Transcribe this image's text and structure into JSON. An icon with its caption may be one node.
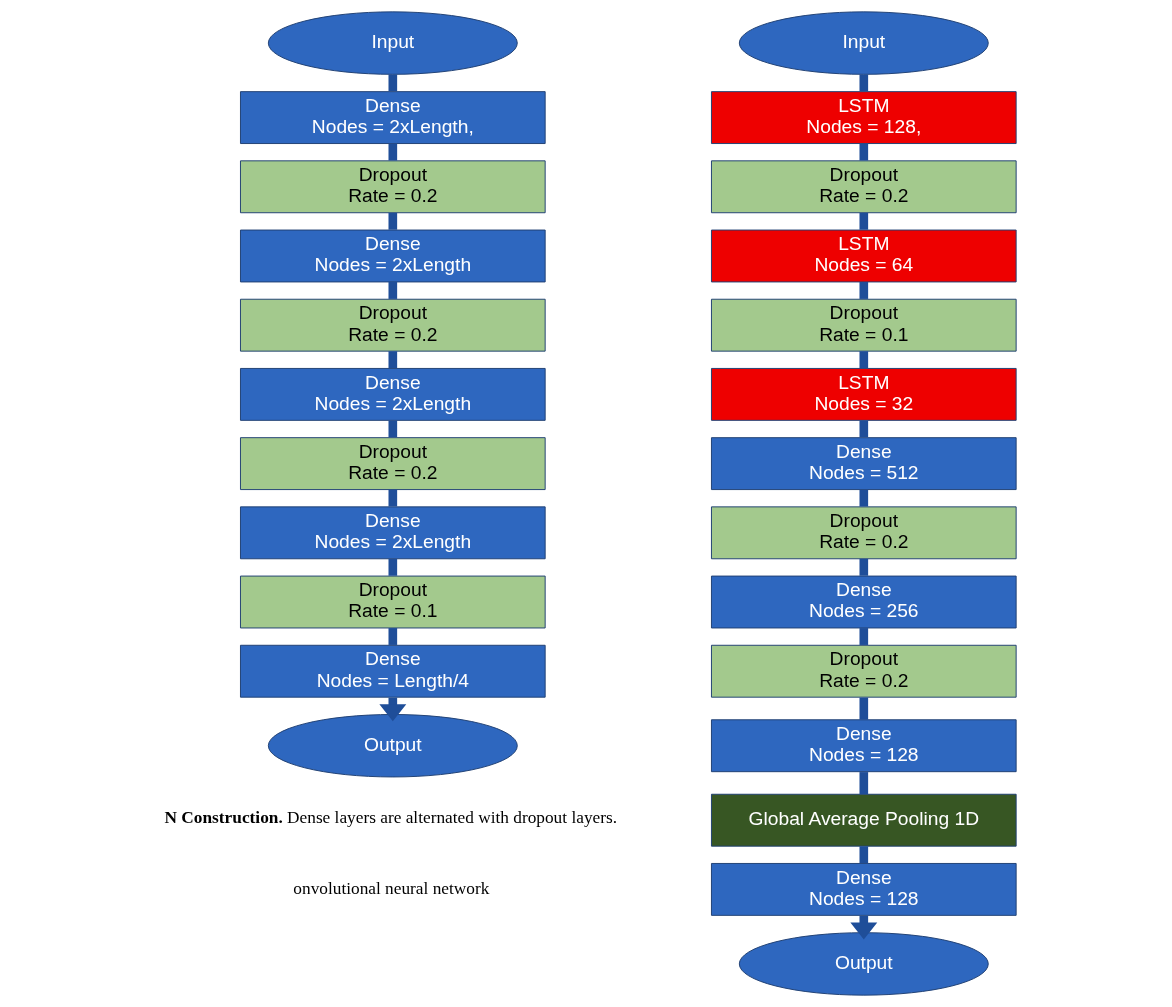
{
  "diagram": {
    "nodes": [
      {
        "text": [
          "Input"
        ]
      },
      {
        "text": [
          "Dense",
          "Nodes = 2xLength,"
        ]
      },
      {
        "text": [
          "Dropout",
          "Rate = 0.2"
        ]
      },
      {
        "text": [
          "Dense",
          "Nodes = 2xLength"
        ]
      },
      {
        "text": [
          "Dropout",
          "Rate = 0.2"
        ]
      },
      {
        "text": [
          "Dense",
          "Nodes = 2xLength"
        ]
      },
      {
        "text": [
          "Dropout",
          "Rate = 0.2"
        ]
      },
      {
        "text": [
          "Dense",
          "Nodes = 2xLength"
        ]
      },
      {
        "text": [
          "Dropout",
          "Rate = 0.1"
        ]
      },
      {
        "text": [
          "Dense",
          "Nodes = Length/4"
        ]
      },
      {
        "text": [
          "Output"
        ]
      },
      {
        "text": [
          "Input"
        ]
      },
      {
        "text": [
          "LSTM",
          "Nodes = 128,"
        ]
      },
      {
        "text": [
          "Dropout",
          "Rate = 0.2"
        ]
      },
      {
        "text": [
          "LSTM",
          "Nodes = 64"
        ]
      },
      {
        "text": [
          "Dropout",
          "Rate = 0.1"
        ]
      },
      {
        "text": [
          "LSTM",
          "Nodes = 32"
        ]
      },
      {
        "text": [
          "Dense",
          "Nodes = 512"
        ]
      },
      {
        "text": [
          "Dropout",
          "Rate = 0.2"
        ]
      },
      {
        "text": [
          "Dense",
          "Nodes = 256"
        ]
      },
      {
        "text": [
          "Dropout",
          "Rate = 0.2"
        ]
      },
      {
        "text": [
          "Dense",
          "Nodes = 128"
        ]
      },
      {
        "text": [
          "Global Average Pooling 1D"
        ]
      },
      {
        "text": [
          "Dense",
          "Nodes = 128"
        ]
      },
      {
        "text": [
          "Output"
        ]
      }
    ],
    "edges": [
      {
        "from": 0,
        "to": 1,
        "arrow": "none"
      },
      {
        "from": 1,
        "to": 2,
        "arrow": "none"
      },
      {
        "from": 2,
        "to": 3,
        "arrow": "none"
      },
      {
        "from": 3,
        "to": 4,
        "arrow": "none"
      },
      {
        "from": 4,
        "to": 5,
        "arrow": "none"
      },
      {
        "from": 5,
        "to": 6,
        "arrow": "none"
      },
      {
        "from": 6,
        "to": 7,
        "arrow": "none"
      },
      {
        "from": 7,
        "to": 8,
        "arrow": "none"
      },
      {
        "from": 8,
        "to": 9,
        "arrow": "none"
      },
      {
        "from": 9,
        "to": 10,
        "arrow": "to"
      },
      {
        "from": 11,
        "to": 12,
        "arrow": "none"
      },
      {
        "from": 12,
        "to": 13,
        "arrow": "none"
      },
      {
        "from": 13,
        "to": 14,
        "arrow": "none"
      },
      {
        "from": 14,
        "to": 15,
        "arrow": "none"
      },
      {
        "from": 15,
        "to": 16,
        "arrow": "none"
      },
      {
        "from": 16,
        "to": 17,
        "arrow": "none"
      },
      {
        "from": 17,
        "to": 18,
        "arrow": "none"
      },
      {
        "from": 18,
        "to": 19,
        "arrow": "none"
      },
      {
        "from": 19,
        "to": 20,
        "arrow": "none"
      },
      {
        "from": 20,
        "to": 21,
        "arrow": "none"
      },
      {
        "from": 21,
        "to": 22,
        "arrow": "none"
      },
      {
        "from": 22,
        "to": 23,
        "arrow": "none"
      },
      {
        "from": 23,
        "to": 24,
        "arrow": "to"
      }
    ],
    "labels": [
      "**N Construction.** Dense layers are alternated with dropout layers.",
      "onvolutional neural network"
    ]
  }
}
